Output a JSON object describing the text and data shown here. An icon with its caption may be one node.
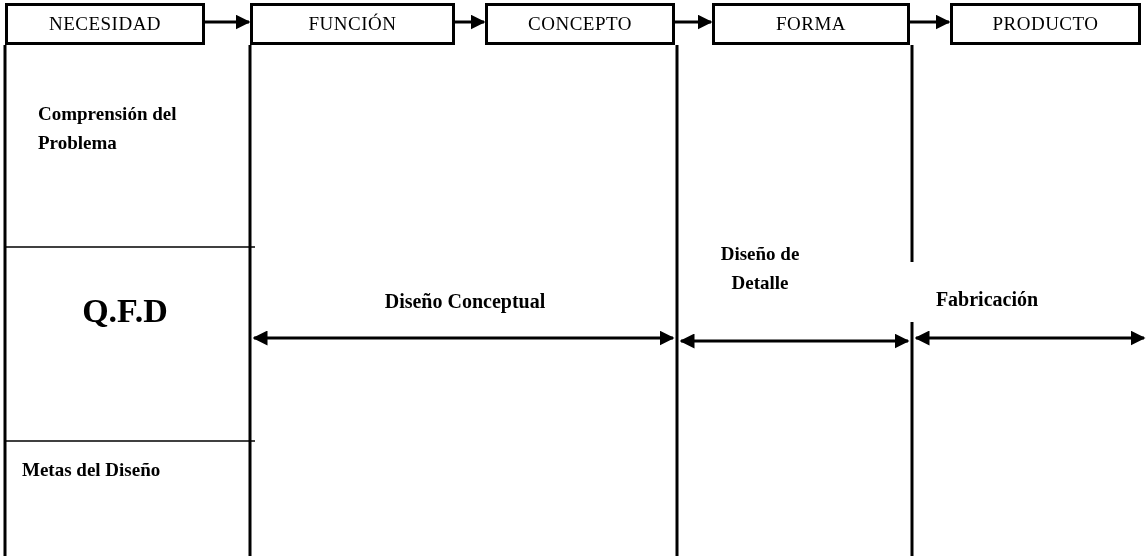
{
  "diagram": {
    "nodes": [
      {
        "text": [
          "NECESIDAD"
        ]
      },
      {
        "text": [
          "FUNCIÓN"
        ]
      },
      {
        "text": [
          "CONCEPTO"
        ]
      },
      {
        "text": [
          "FORMA"
        ]
      },
      {
        "text": [
          "PRODUCTO"
        ]
      }
    ],
    "edges": [
      {
        "from": 0,
        "to": 1,
        "arrow": "to"
      },
      {
        "from": 1,
        "to": 2,
        "arrow": "to"
      },
      {
        "from": 2,
        "to": 3,
        "arrow": "to"
      },
      {
        "from": 3,
        "to": 4,
        "arrow": "to"
      }
    ],
    "labels": [
      "Comprensión del Problema",
      "Q.F.D",
      "Metas del Diseño",
      "Diseño Conceptual",
      "Diseño de Detalle",
      "Fabricación"
    ]
  }
}
